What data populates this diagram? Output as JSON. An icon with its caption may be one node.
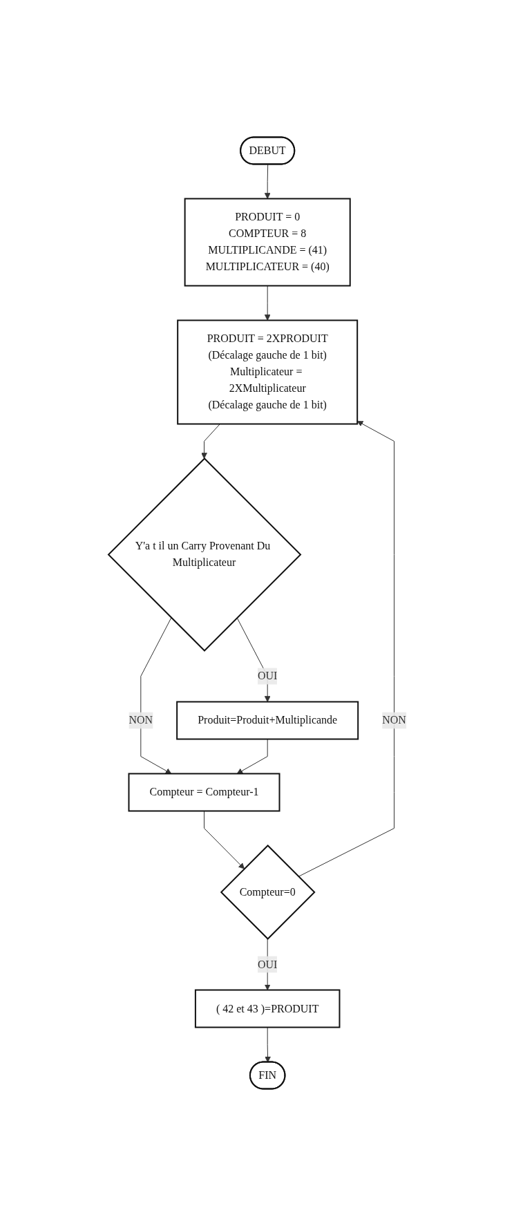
{
  "diagram": {
    "nodes": [
      {
        "text": [
          "DEBUT"
        ]
      },
      {
        "text": [
          "PRODUIT = 0",
          "COMPTEUR = 8",
          "MULTIPLICANDE = (41)",
          "MULTIPLICATEUR = (40)"
        ]
      },
      {
        "text": [
          "PRODUIT = 2XPRODUIT",
          "(Décalage gauche de 1 bit)",
          "Multiplicateur = 2XMultiplicateur",
          "(Décalage gauche de 1 bit)"
        ]
      },
      {
        "text": [
          "Y'a t il un Carry Provenant Du Multiplicateur"
        ]
      },
      {
        "text": [
          "Produit=Produit+Multiplicande"
        ]
      },
      {
        "text": [
          "Compteur = Compteur-1"
        ]
      },
      {
        "text": [
          "Compteur=0"
        ]
      },
      {
        "text": [
          "( 42 et 43 )=PRODUIT"
        ]
      },
      {
        "text": [
          "FIN"
        ]
      }
    ],
    "edges": [
      {
        "from": 0,
        "to": 1,
        "arrow": "to"
      },
      {
        "from": 1,
        "to": 2,
        "arrow": "to"
      },
      {
        "from": 2,
        "to": 3,
        "arrow": "to"
      },
      {
        "from": 3,
        "to": 4,
        "label": "OUI",
        "arrow": "to"
      },
      {
        "from": 3,
        "to": 5,
        "label": "NON",
        "arrow": "to"
      },
      {
        "from": 4,
        "to": 5,
        "arrow": "to"
      },
      {
        "from": 5,
        "to": 6,
        "arrow": "to"
      },
      {
        "from": 6,
        "to": 2,
        "label": "NON",
        "arrow": "to"
      },
      {
        "from": 6,
        "to": 7,
        "label": "OUI",
        "arrow": "to"
      },
      {
        "from": 7,
        "to": 8,
        "arrow": "to"
      }
    ]
  }
}
